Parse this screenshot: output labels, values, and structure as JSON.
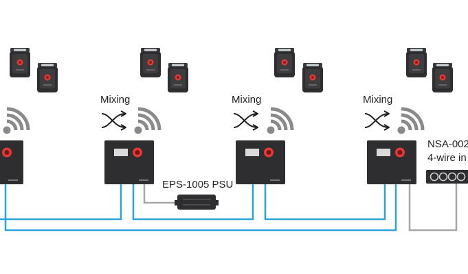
{
  "labels": {
    "mixing": "Mixing",
    "psu": "EPS-1005 PSU",
    "nsa_line1": "NSA-002",
    "nsa_line2": "4-wire in"
  },
  "groups": [
    {
      "id": "group-1",
      "has_mixing_label": false
    },
    {
      "id": "group-2",
      "has_mixing_label": true
    },
    {
      "id": "group-3",
      "has_mixing_label": true
    },
    {
      "id": "group-4",
      "has_mixing_label": true
    }
  ],
  "icons": {
    "beltpack": "beltpack-icon",
    "mixing": "mixing-arrows-icon",
    "wireless": "wifi-signal-icon",
    "base_station": "base-station-icon",
    "psu": "power-supply-icon",
    "interface": "4-wire-interface-icon"
  },
  "colors": {
    "cable_blue": "#29a3db",
    "cable_grey": "#a6a6a6",
    "device_dark": "#2e2e30",
    "indicator_red": "#e53935",
    "wifi_grey": "#8a8a8a"
  }
}
